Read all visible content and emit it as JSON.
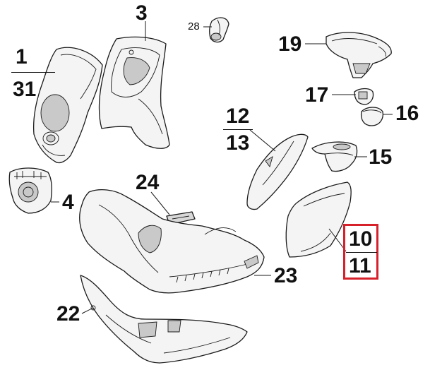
{
  "colors": {
    "highlight": "#d6202a",
    "line": "#1a1a1a",
    "part_fill": "#f4f4f4",
    "background": "#ffffff"
  },
  "labels": {
    "part_1": "1",
    "part_31": "31",
    "part_3": "3",
    "part_28": "28",
    "part_19": "19",
    "part_17": "17",
    "part_16": "16",
    "part_12": "12",
    "part_13": "13",
    "part_15": "15",
    "part_24": "24",
    "part_4": "4",
    "part_10": "10",
    "part_11": "11",
    "part_23": "23",
    "part_22": "22"
  },
  "highlighted_callout": [
    "10",
    "11"
  ]
}
